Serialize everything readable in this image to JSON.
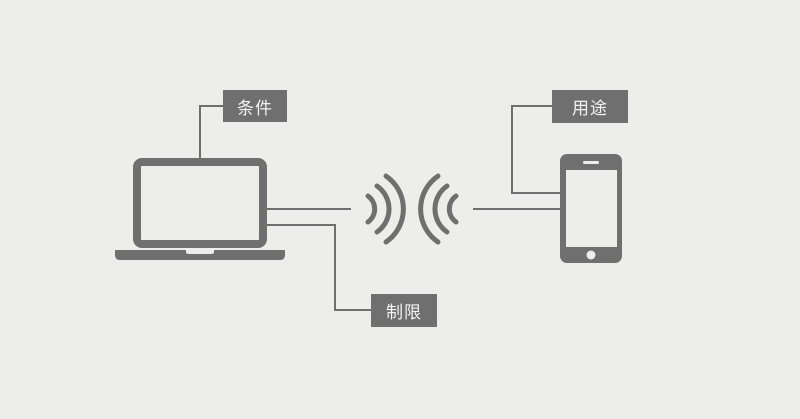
{
  "diagram": {
    "colors": {
      "background": "#ededeb",
      "stroke": "#6f6f6f",
      "label_text": "#f2f2f2"
    },
    "nodes": {
      "laptop": {
        "icon": "laptop-icon"
      },
      "phone": {
        "icon": "smartphone-icon"
      },
      "signal": {
        "icon": "wireless-signal-icon"
      }
    },
    "labels": {
      "conditions": "条件",
      "restrictions": "制限",
      "usage": "用途"
    }
  }
}
